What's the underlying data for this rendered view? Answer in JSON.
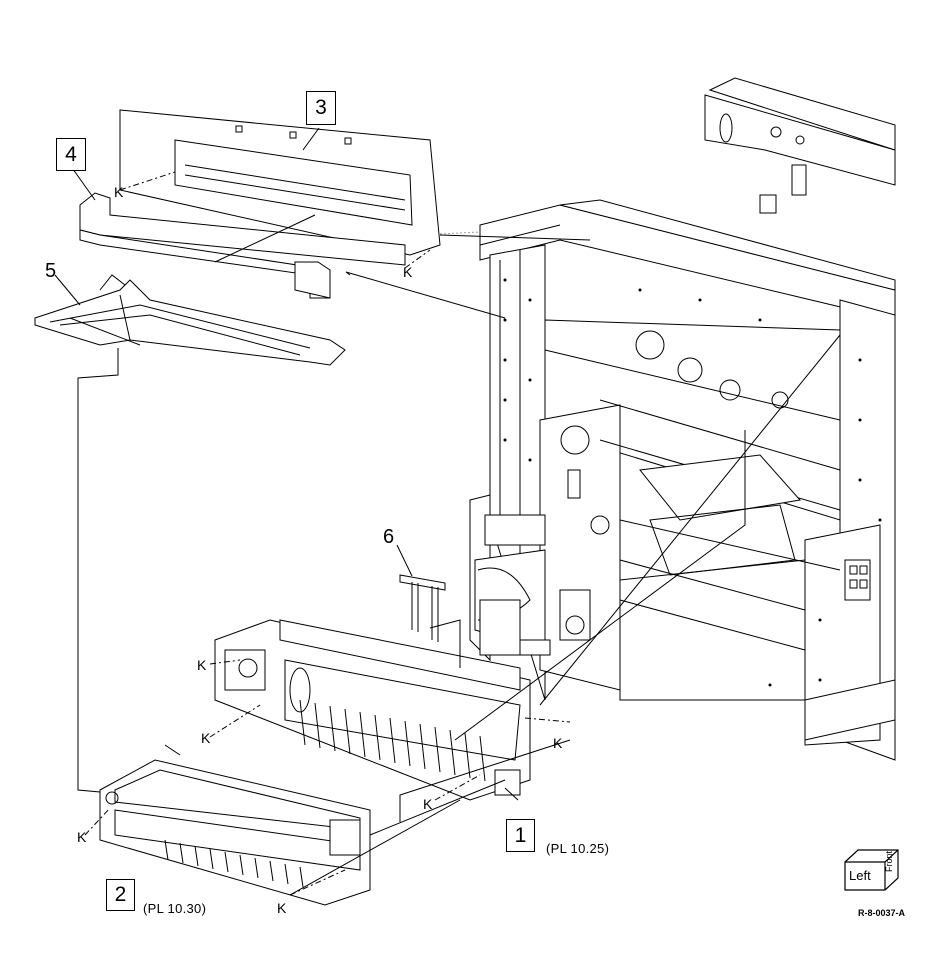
{
  "callouts": [
    {
      "id": "1",
      "boxed": true,
      "ref": "(PL 10.25)"
    },
    {
      "id": "2",
      "boxed": true,
      "ref": "(PL 10.30)"
    },
    {
      "id": "3",
      "boxed": true
    },
    {
      "id": "4",
      "boxed": true
    },
    {
      "id": "5",
      "boxed": false
    },
    {
      "id": "6",
      "boxed": false
    }
  ],
  "k_label": "K",
  "orientation_cube": {
    "left": "Left",
    "front": "Front"
  },
  "figure_id": "R-8-0037-A",
  "colors": {
    "line": "#000000",
    "background": "#ffffff"
  }
}
